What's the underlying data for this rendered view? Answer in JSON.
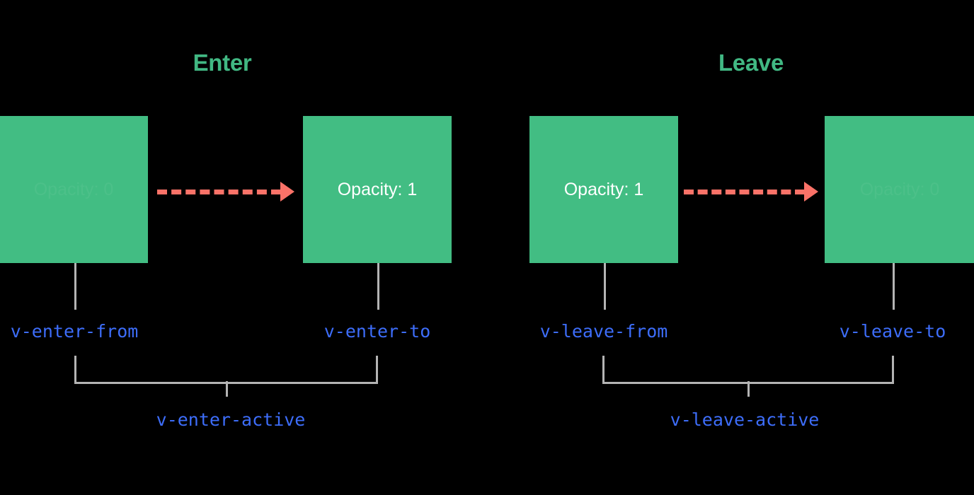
{
  "diagram": {
    "title": "Vue transition class lifecycle",
    "background_color": "#000000",
    "colors": {
      "green_accent": "#41b883",
      "box_fill": "#42bd83",
      "arrow": "#fa7268",
      "class_name": "#3d6df9",
      "connector": "#b4b4b4",
      "box_text": "#ffffff"
    }
  },
  "sections": [
    {
      "heading": "Enter",
      "boxes": [
        {
          "text": "Opacity: 0",
          "faded": true
        },
        {
          "text": "Opacity: 1",
          "faded": false
        }
      ],
      "class_labels": {
        "from": "v-enter-from",
        "to": "v-enter-to",
        "active": "v-enter-active"
      }
    },
    {
      "heading": "Leave",
      "boxes": [
        {
          "text": "Opacity: 1",
          "faded": false
        },
        {
          "text": "Opacity: 0",
          "faded": true
        }
      ],
      "class_labels": {
        "from": "v-leave-from",
        "to": "v-leave-to",
        "active": "v-leave-active"
      }
    }
  ]
}
